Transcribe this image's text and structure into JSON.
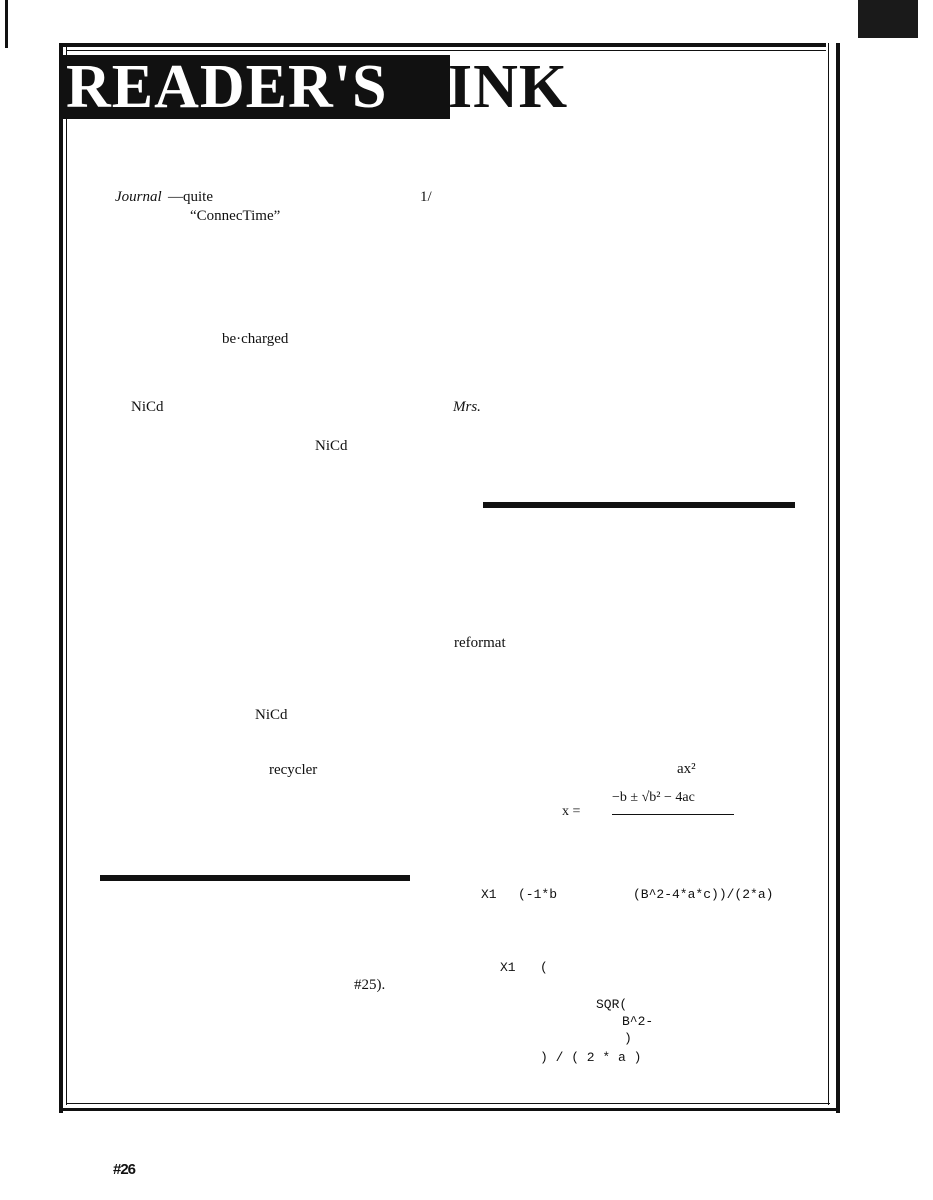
{
  "masthead": {
    "title_white": "READER'S",
    "title_black": "INK"
  },
  "left_column": {
    "frag_journal": "Journal",
    "frag_journal_tail": "—quite",
    "frag_slash": "1/",
    "frag_connectime": "“ConnecTime”",
    "frag_becharged": "be·charged",
    "frag_nicd_1": "NiCd",
    "frag_nicd_2": "NiCd",
    "frag_nicd_3": "NiCd",
    "frag_recycler": "recycler",
    "frag_issue": "#25)."
  },
  "right_column": {
    "frag_mrs": "Mrs.",
    "frag_reformat": "reformat",
    "frag_ax2": "ax²",
    "formula": {
      "numerator": "−b ± √b² − 4ac",
      "lhs": "x ="
    },
    "code_line_1_a": "X1",
    "code_line_1_b": "(-1*b",
    "code_line_1_c": "(B^2-4*a*c))/(2*a)",
    "code_block_x1": "X1",
    "code_block_paren": "(",
    "code_block_sqr": "SQR(",
    "code_block_b2": "B^2-",
    "code_block_close": ")",
    "code_block_tail": ") / ( 2 * a )"
  },
  "footer": {
    "page_number": "#26"
  }
}
